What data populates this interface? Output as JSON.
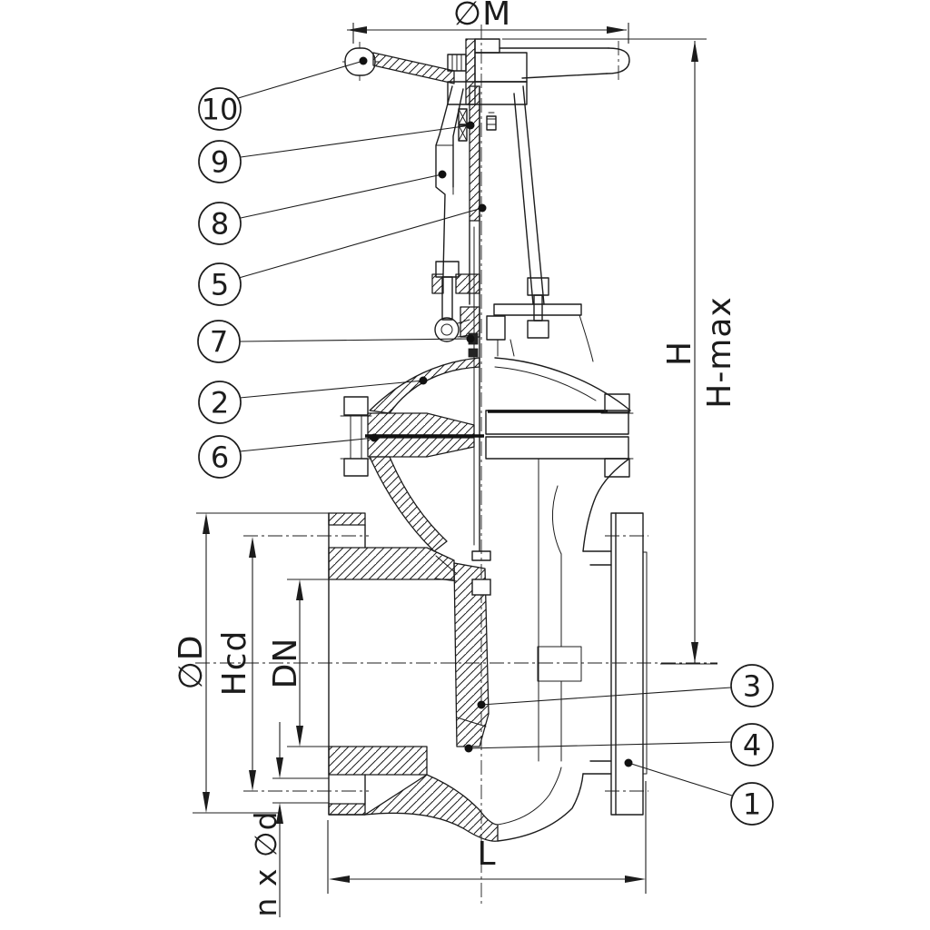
{
  "drawing": {
    "kind": "gate-valve-section-drawing",
    "background": "#ffffff",
    "line_color": "#1c1c1c"
  },
  "dimensions": {
    "m": {
      "label": "∅M",
      "position": "top"
    },
    "h": {
      "label": "H",
      "position": "right"
    },
    "hmax": {
      "label": "H-max",
      "position": "right"
    },
    "d": {
      "label": "∅D",
      "position": "left"
    },
    "hcd": {
      "label": "Hcd",
      "position": "left"
    },
    "dn": {
      "label": "DN",
      "position": "left"
    },
    "nxd": {
      "label": "n x ∅d",
      "position": "left-bottom"
    },
    "l": {
      "label": "L",
      "position": "bottom"
    }
  },
  "callouts": {
    "left": [
      {
        "num": "10"
      },
      {
        "num": "9"
      },
      {
        "num": "8"
      },
      {
        "num": "5"
      },
      {
        "num": "7"
      },
      {
        "num": "2"
      },
      {
        "num": "6"
      }
    ],
    "right": [
      {
        "num": "3"
      },
      {
        "num": "4"
      },
      {
        "num": "1"
      }
    ]
  }
}
